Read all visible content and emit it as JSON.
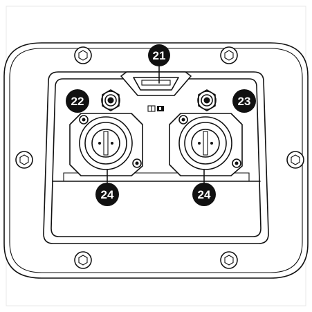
{
  "callouts": [
    {
      "id": "c21",
      "label": "21"
    },
    {
      "id": "c22",
      "label": "22"
    },
    {
      "id": "c23",
      "label": "23"
    },
    {
      "id": "c24a",
      "label": "24"
    },
    {
      "id": "c24b",
      "label": "24"
    }
  ],
  "colors": {
    "line": "#111111",
    "callout_fill": "#111111",
    "callout_text": "#ffffff",
    "background": "#ffffff"
  },
  "icons": [
    "hex-screw-icon",
    "xlr-connector-icon",
    "jack-socket-icon",
    "usb-port-icon",
    "led-indicator-icon"
  ]
}
